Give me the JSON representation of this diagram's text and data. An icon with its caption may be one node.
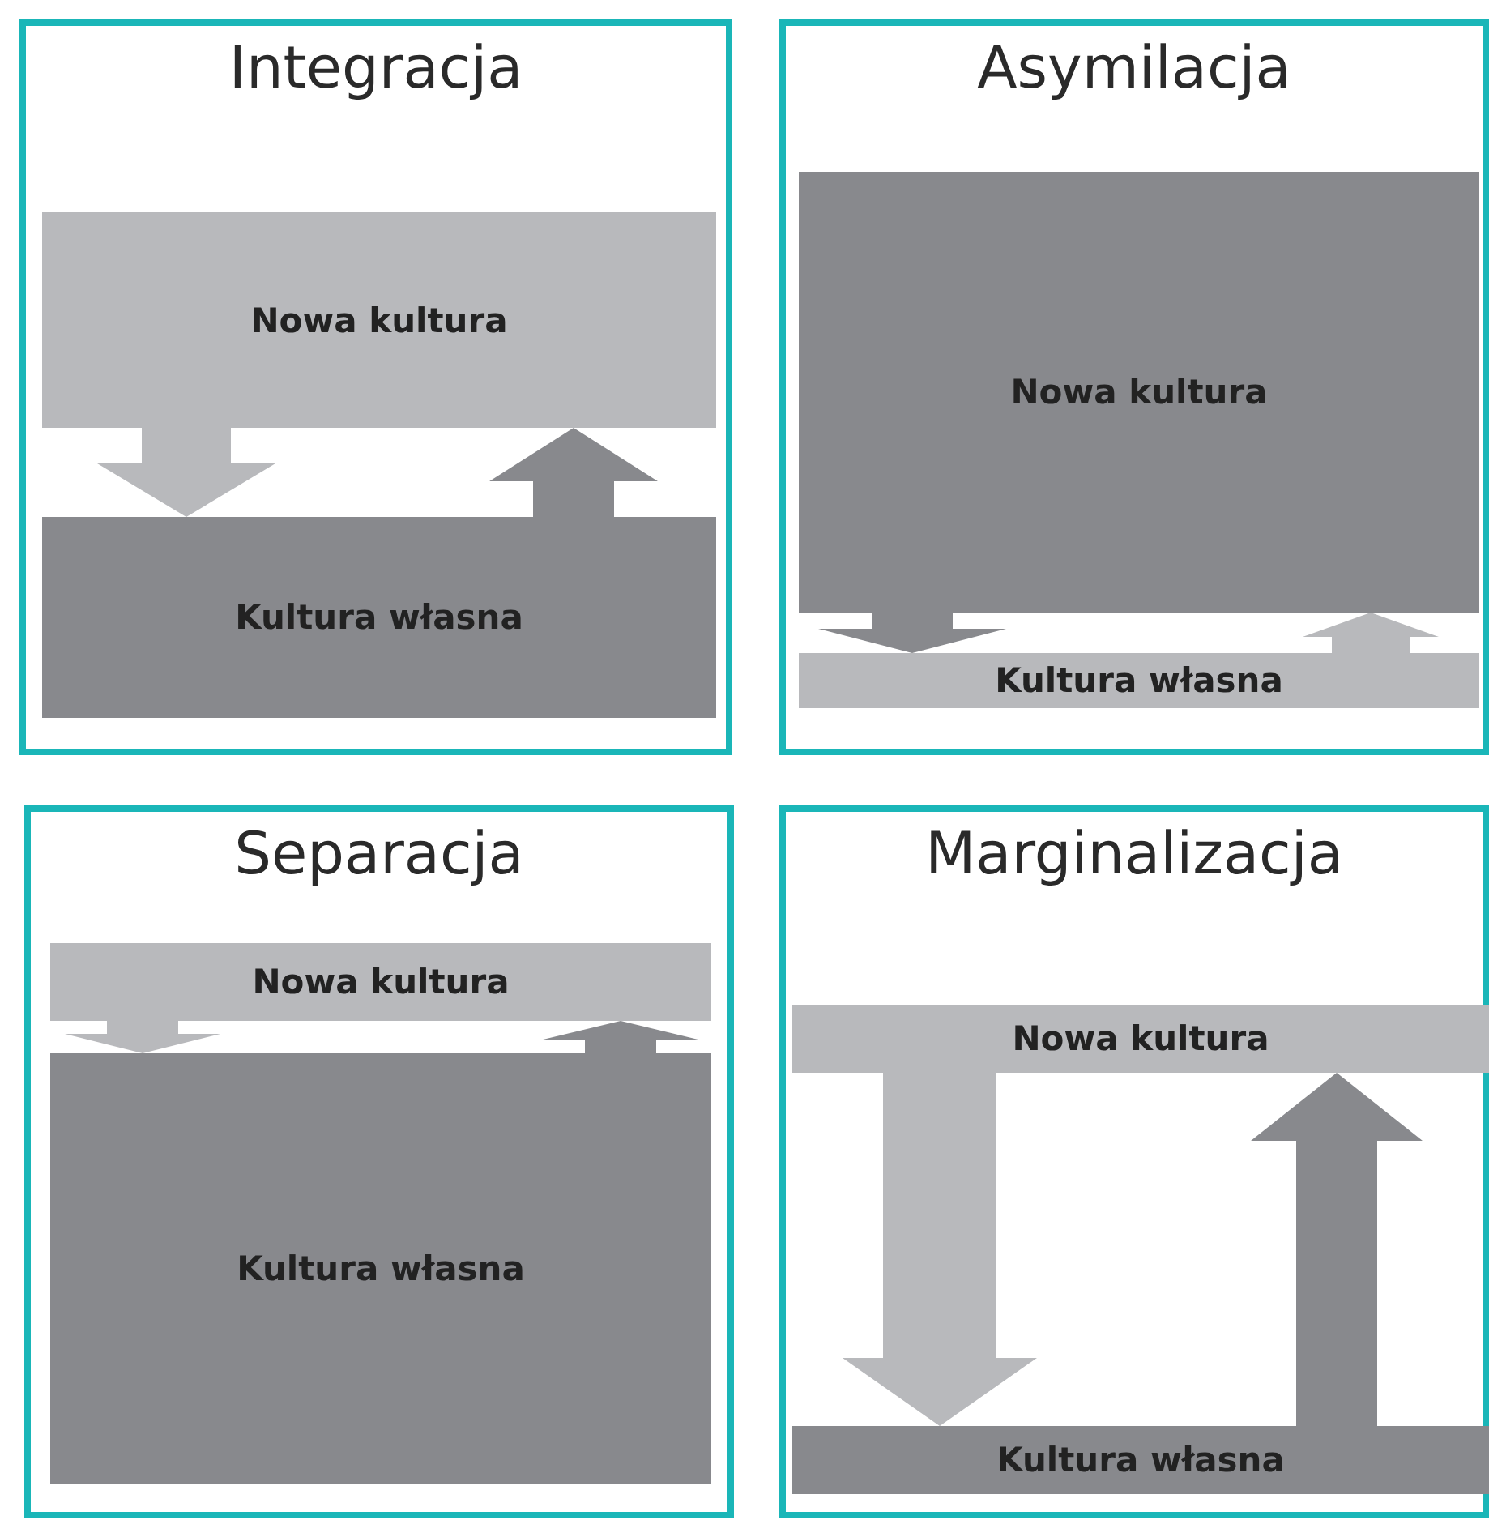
{
  "diagram": {
    "nodes": [
      {
        "text": [
          "Integracja"
        ]
      },
      {
        "text": [
          "Nowa kultura"
        ],
        "in": 0
      },
      {
        "text": [
          "Kultura własna"
        ],
        "in": 0
      },
      {
        "text": [
          "Asymilacja"
        ]
      },
      {
        "text": [
          "Nowa kultura"
        ],
        "in": 3
      },
      {
        "text": [
          "Kultura własna"
        ],
        "in": 3
      },
      {
        "text": [
          "Separacja"
        ]
      },
      {
        "text": [
          "Nowa kultura"
        ],
        "in": 6
      },
      {
        "text": [
          "Kultura własna"
        ],
        "in": 6
      },
      {
        "text": [
          "Marginalizacja"
        ]
      },
      {
        "text": [
          "Nowa kultura"
        ],
        "in": 9
      },
      {
        "text": [
          "Kultura własna"
        ],
        "in": 9
      }
    ],
    "edges": [
      {
        "from": 1,
        "to": 2,
        "arrow": "to",
        "style": "thick",
        "color": "#b8b9bc"
      },
      {
        "from": 2,
        "to": 1,
        "arrow": "to",
        "style": "thick",
        "color": "#88898d"
      },
      {
        "from": 4,
        "to": 5,
        "arrow": "to",
        "style": "thick",
        "color": "#88898d"
      },
      {
        "from": 5,
        "to": 4,
        "arrow": "to",
        "style": "thick",
        "color": "#b8b9bc"
      },
      {
        "from": 7,
        "to": 8,
        "arrow": "to",
        "style": "thick",
        "color": "#b8b9bc"
      },
      {
        "from": 8,
        "to": 7,
        "arrow": "to",
        "style": "thick",
        "color": "#88898d"
      },
      {
        "from": 10,
        "to": 11,
        "arrow": "to",
        "style": "thick",
        "color": "#b8b9bc"
      },
      {
        "from": 11,
        "to": 10,
        "arrow": "to",
        "style": "thick",
        "color": "#88898d"
      }
    ]
  }
}
